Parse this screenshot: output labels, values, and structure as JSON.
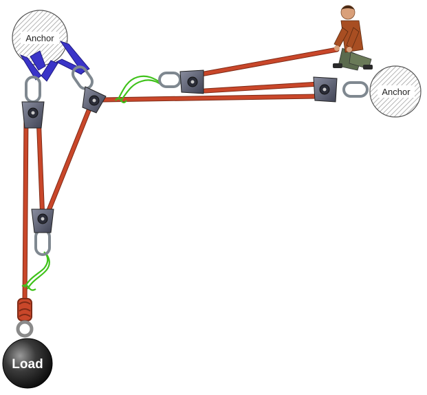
{
  "diagram": {
    "anchors": [
      {
        "id": "top-left",
        "label": "Anchor"
      },
      {
        "id": "right",
        "label": "Anchor"
      }
    ],
    "load": {
      "label": "Load"
    },
    "colors": {
      "rope": "#c9472a",
      "rope_edge": "#7e2a16",
      "prusik": "#3fc21a",
      "sling": "#3a34c8",
      "pulley_plate": "#5a5d70",
      "carabiner": "#9aa3ab",
      "anchor_hatch": "#9a9a9a"
    },
    "figure": {
      "icon": "person-hauling-icon"
    }
  }
}
